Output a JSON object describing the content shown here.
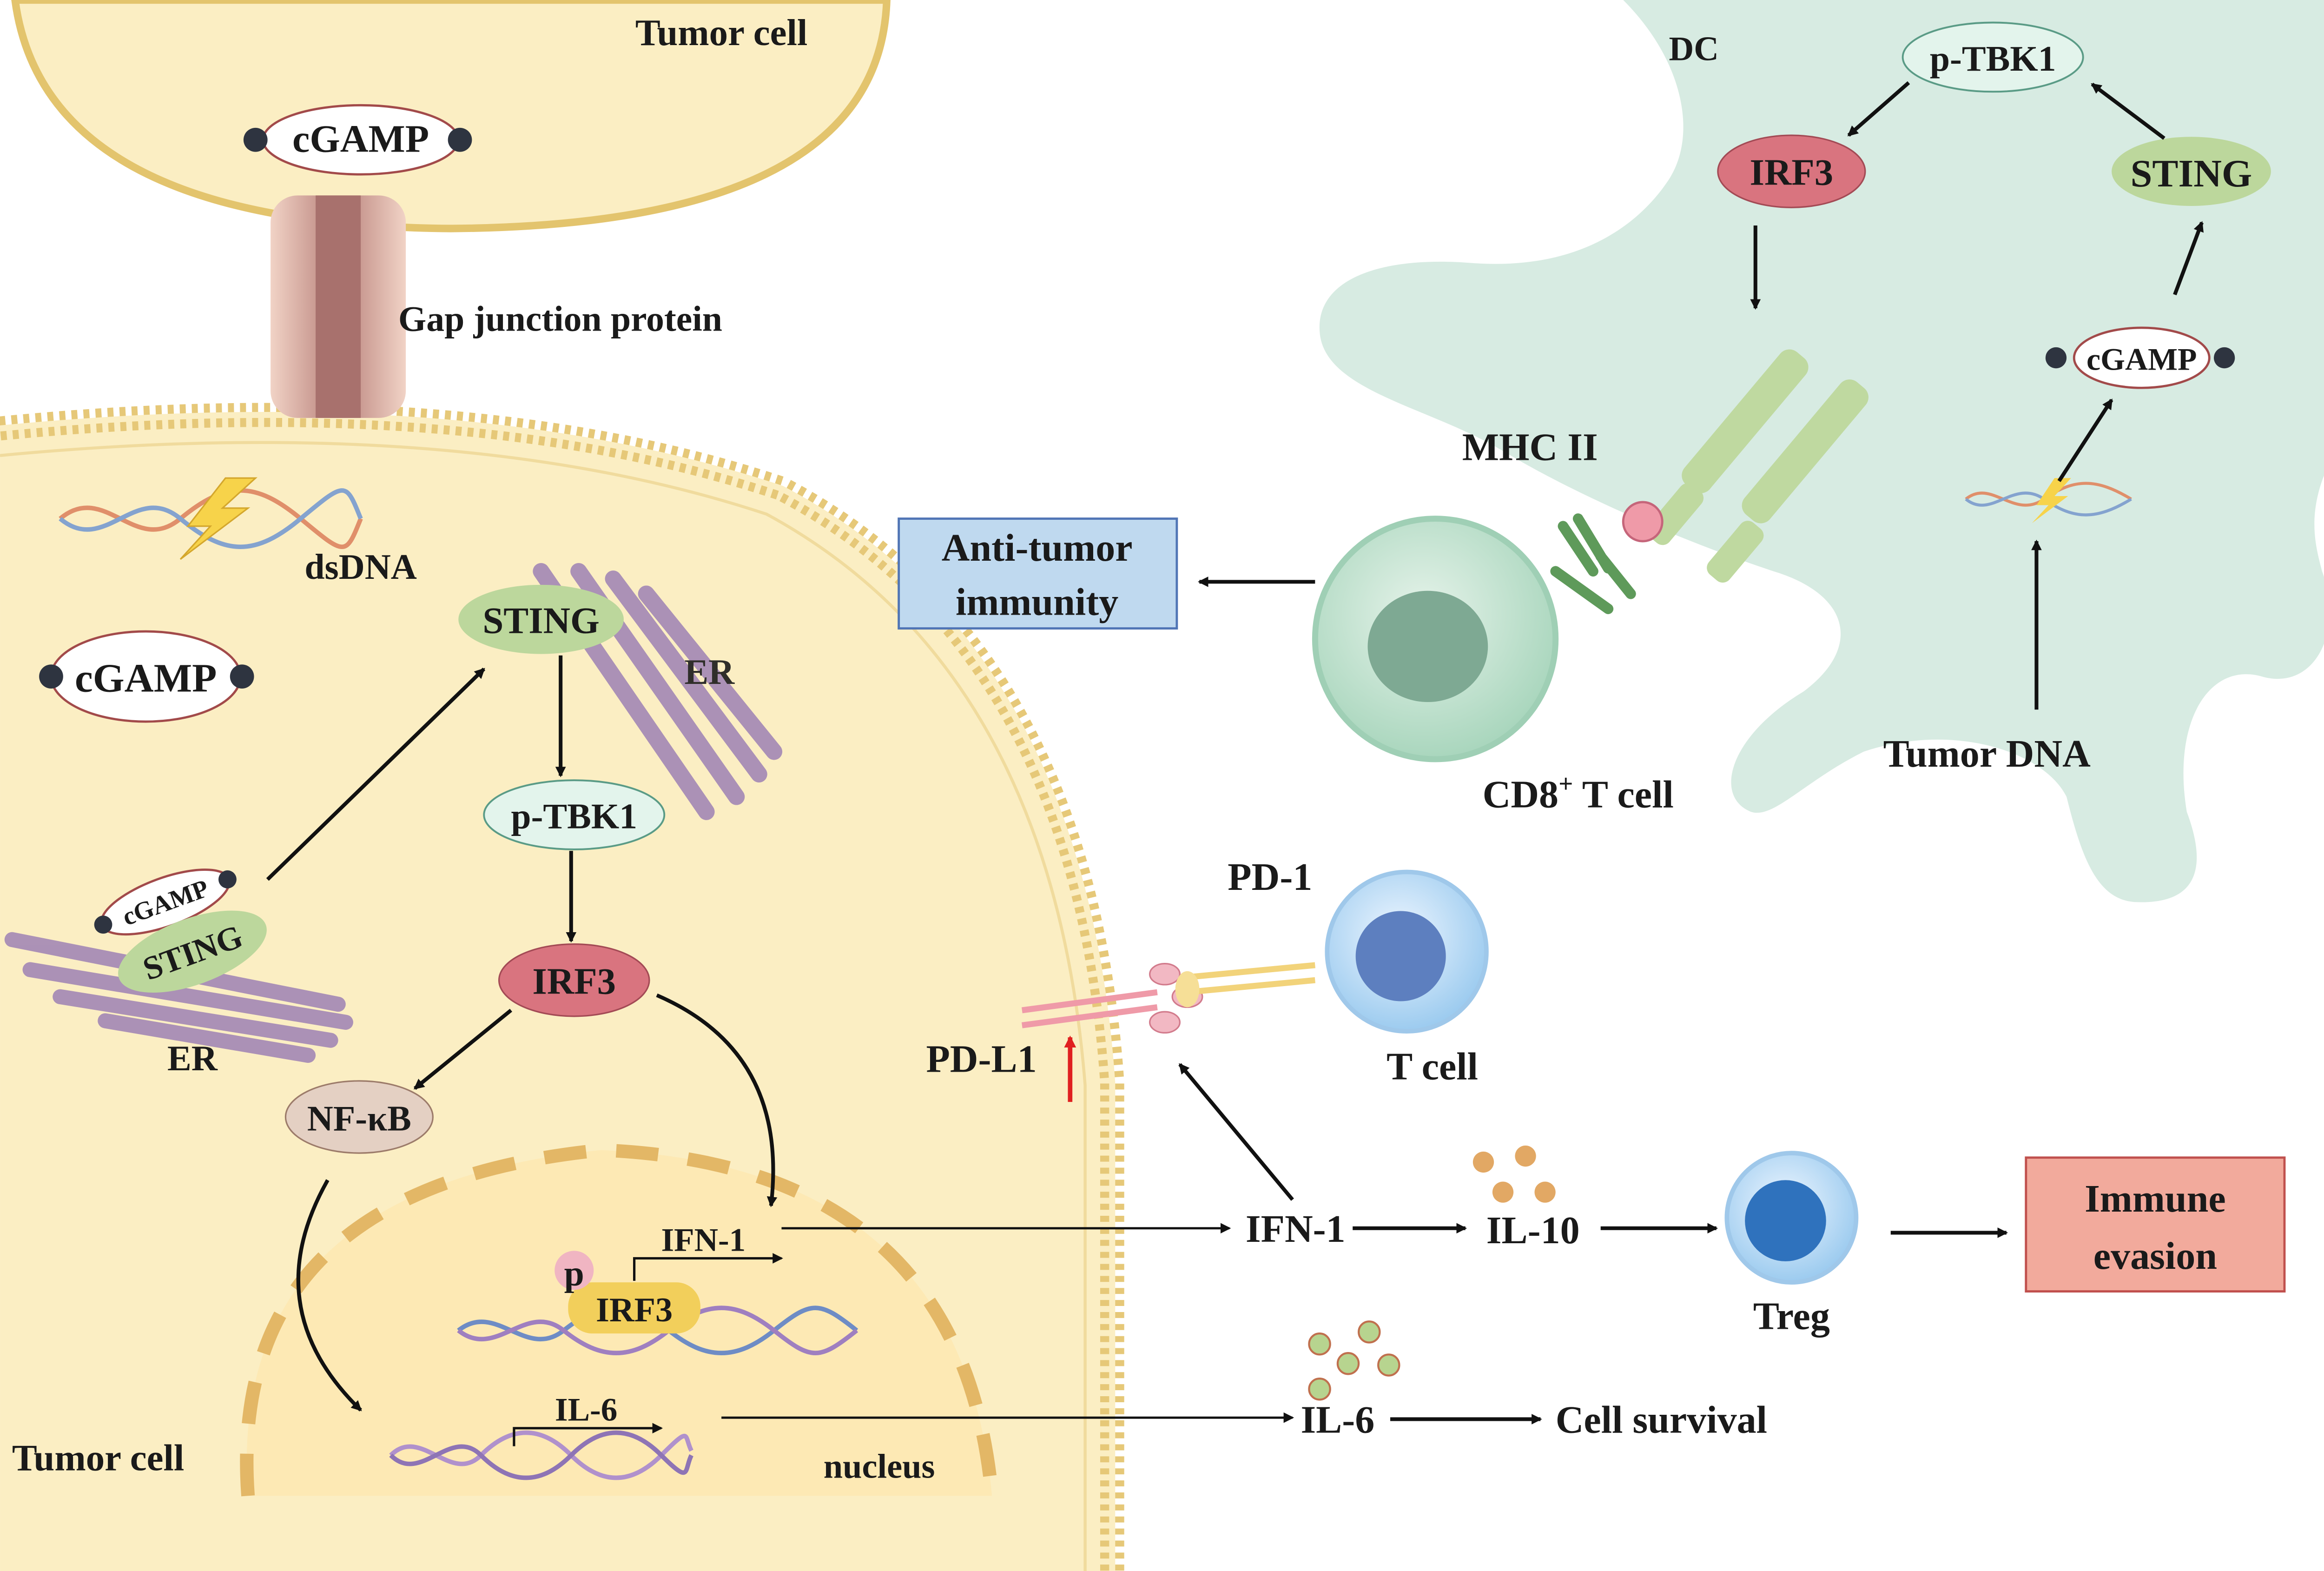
{
  "labels": {
    "tumor_cell_top": "Tumor cell",
    "tumor_cell_bottom": "Tumor cell",
    "dc": "DC",
    "gap_junction": "Gap junction protein",
    "dsdna": "dsDNA",
    "er_upper": "ER",
    "er_lower": "ER",
    "nucleus": "nucleus",
    "mhc_ii": "MHC II",
    "cd8_t_cell_main": "CD8",
    "cd8_t_cell_sup": "+",
    "cd8_t_cell_rest": " T cell",
    "tumor_dna": "Tumor DNA",
    "pd1": "PD-1",
    "pdl1": "PD-L1",
    "t_cell": "T cell",
    "treg": "Treg",
    "ifn1_gene": "IFN-1",
    "il6_gene": "IL-6",
    "p": "p",
    "ifn1_out": "IFN-1",
    "il10": "IL-10",
    "il6_out": "IL-6",
    "cell_survival": "Cell survival",
    "anti_tumor_line1": "Anti-tumor",
    "anti_tumor_line2": "immunity",
    "immune_evasion_line1": "Immune",
    "immune_evasion_line2": "evasion"
  },
  "nodes": {
    "cgamp_top": "cGAMP",
    "cgamp_left": "cGAMP",
    "cgamp_er": "cGAMP",
    "sting_er": "STING",
    "sting_main": "STING",
    "ptbk1_main": "p-TBK1",
    "irf3_main": "IRF3",
    "nfkb": "NF-κB",
    "irf3_nucleus": "IRF3",
    "dc_ptbk1": "p-TBK1",
    "dc_irf3": "IRF3",
    "dc_sting": "STING",
    "dc_cgamp": "cGAMP"
  },
  "colors": {
    "tumor_fill": "#fbeec3",
    "membrane": "#e6c878",
    "dc_fill": "#d7ebe2",
    "sting": "#bcd79c",
    "irf3": "#d9747f",
    "ptbk1": "#e3f4ec",
    "nfkb": "#e4d0c3",
    "anti_tumor_box": "#bfd9ef",
    "immune_evasion_box": "#f2aa9c",
    "arrow_red": "#e02020"
  }
}
